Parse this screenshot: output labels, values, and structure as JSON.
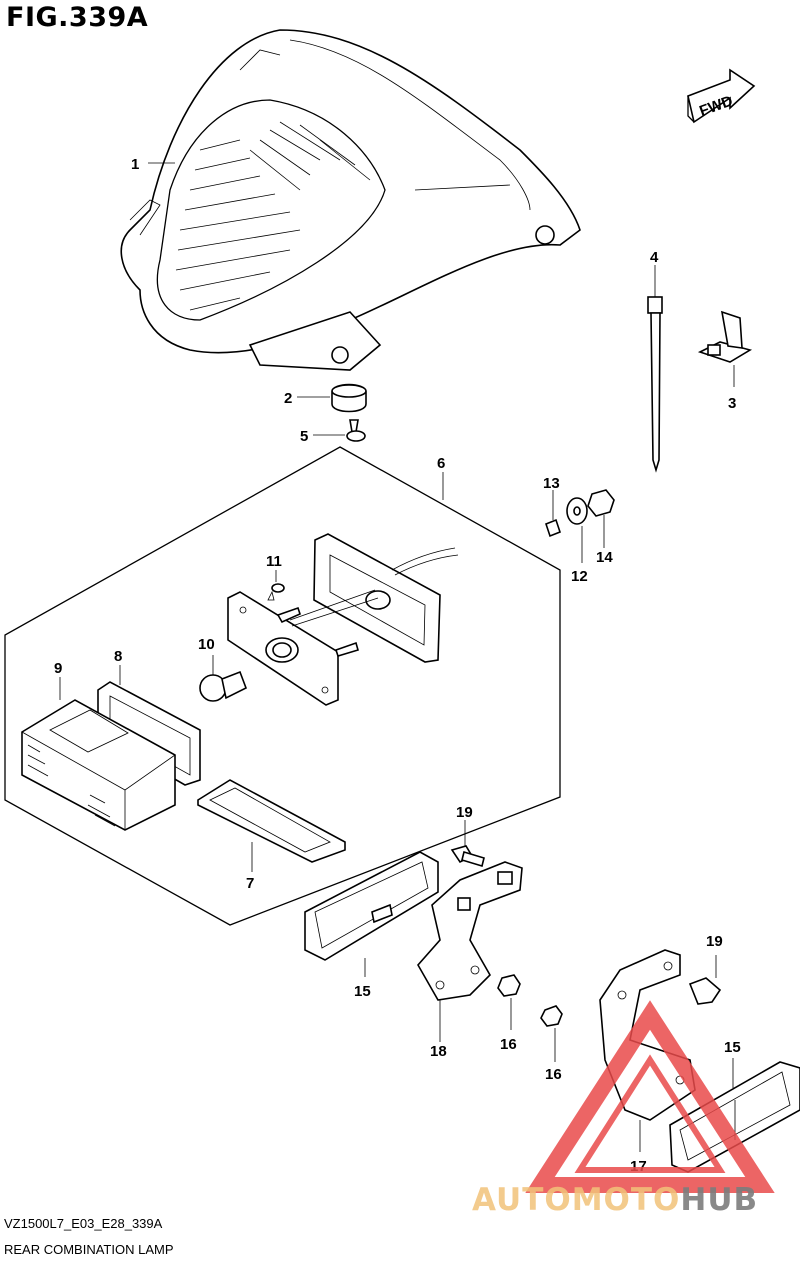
{
  "figure": {
    "title": "FIG.339A",
    "direction_label": "FWD",
    "document_code": "VZ1500L7_E03_E28_339A",
    "caption": "REAR COMBINATION LAMP"
  },
  "callouts": [
    "1",
    "2",
    "3",
    "4",
    "5",
    "6",
    "7",
    "8",
    "9",
    "10",
    "11",
    "12",
    "13",
    "14",
    "15",
    "15",
    "16",
    "16",
    "17",
    "18",
    "19",
    "19"
  ],
  "watermark": {
    "brand_part1": "AUTOMOTO",
    "brand_part2": "HUB",
    "color_triangle": "#e94b4b",
    "color_text1": "#f2c27a",
    "color_text2": "#7d7d7d"
  }
}
